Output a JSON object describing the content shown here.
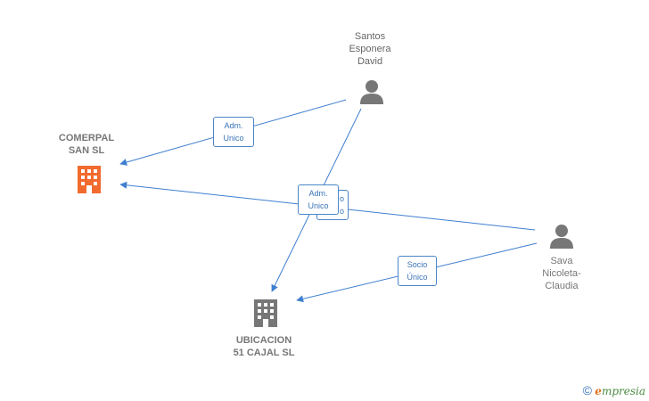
{
  "nodes": {
    "santos": {
      "label": "Santos\nEsponera\nDavid",
      "type": "person"
    },
    "sava": {
      "label": "Sava\nNicoleta-\nClaudia",
      "type": "person"
    },
    "comerpal": {
      "label": "COMERPAL\nSAN  SL",
      "type": "company",
      "color": "#f26a2e"
    },
    "ubicacion": {
      "label": "UBICACION\n51 CAJAL  SL",
      "type": "company",
      "color": "#777777"
    }
  },
  "edges": {
    "santos_comerpal": {
      "label": "Adm.\nUnico"
    },
    "sava_comerpal": {
      "label": "Adm.\nUnico",
      "overlap_label": "o\no"
    },
    "sava_ubicacion": {
      "label": "Socio\nÚnico"
    }
  },
  "colors": {
    "edge": "#3f7fcf",
    "person": "#777777"
  },
  "footer": {
    "copyright": "©",
    "brand_e": "e",
    "brand_rest": "mpresia"
  }
}
